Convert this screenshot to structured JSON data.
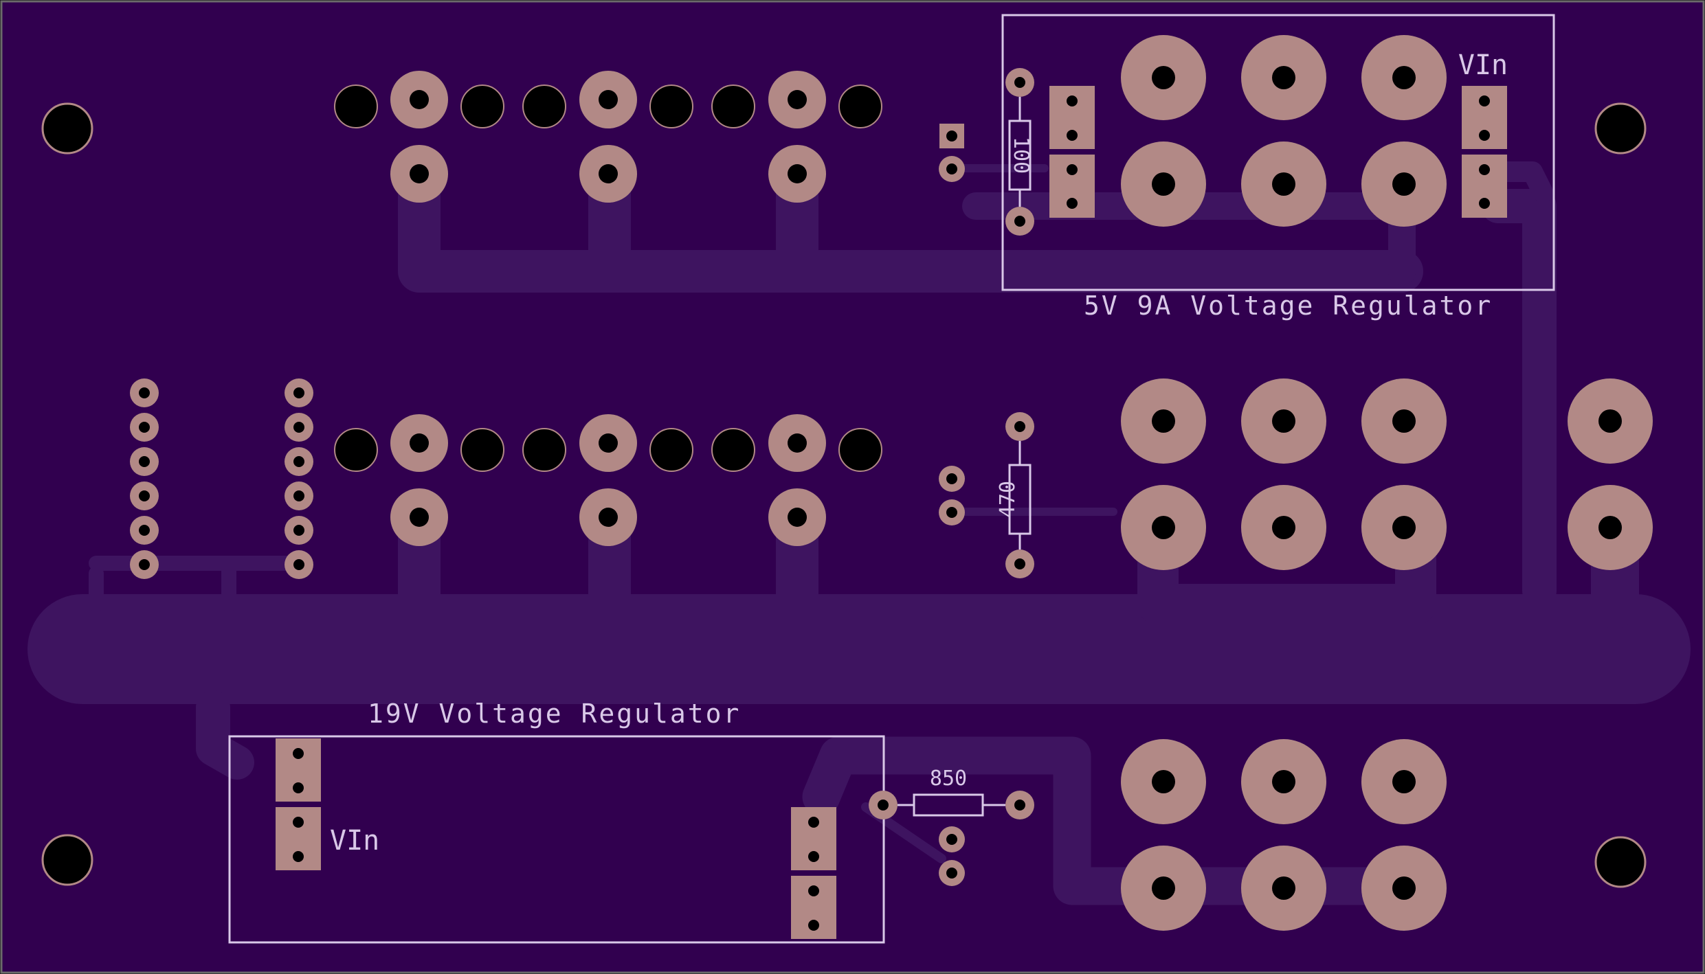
{
  "colors": {
    "background": "#000000",
    "board": "#31004f",
    "trace": "#3e1460",
    "pad": "#b28986",
    "hole": "#000000",
    "silkscreen": "#d9c8e8"
  },
  "labels": {
    "reg5v_title": "5V 9A Voltage Regulator",
    "reg5v_vin": "VIn",
    "reg19v_title": "19V Voltage Regulator",
    "reg19v_vin": "VIn",
    "res_100": "100",
    "res_470": "470",
    "res_850": "850"
  }
}
